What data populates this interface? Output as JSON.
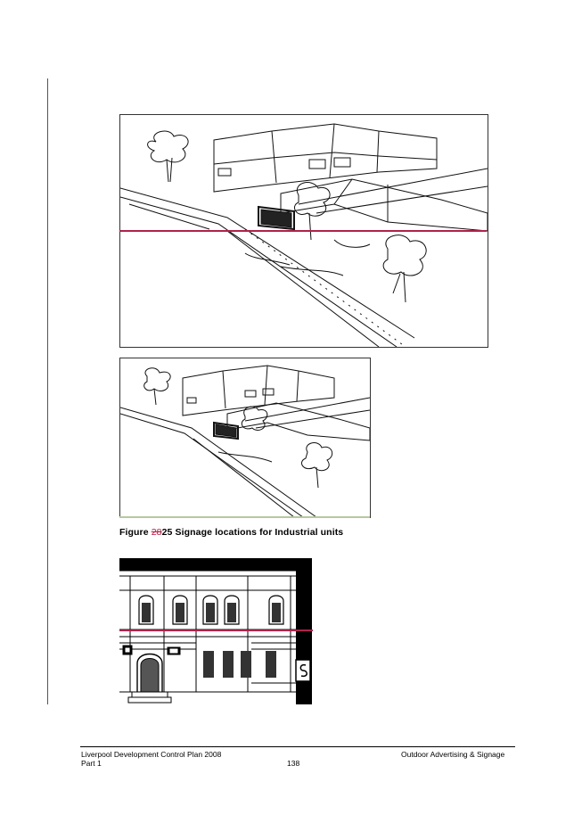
{
  "figure": {
    "label": "Figure",
    "deleted_number": "28",
    "number": "25",
    "title": " Signage locations for Industrial units"
  },
  "footer": {
    "doc_title": "Liverpool Development Control Plan 2008",
    "part": "Part 1",
    "section": "Outdoor Advertising & Signage",
    "page": "138"
  },
  "colors": {
    "tracking_line": "#b0224a",
    "deleted_text": "#c0143c",
    "caption_rule": "#b7c8a0"
  }
}
